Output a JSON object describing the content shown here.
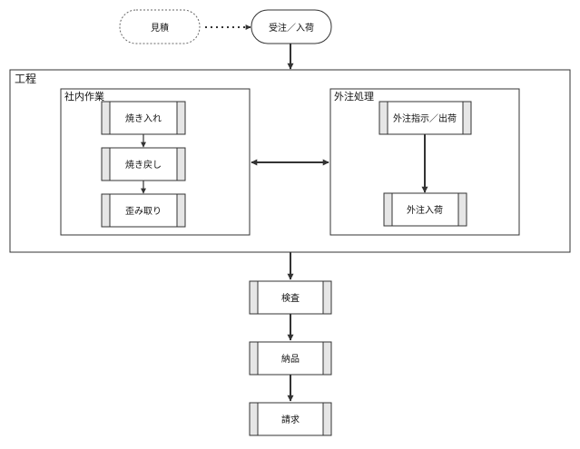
{
  "nodes": {
    "estimate": "見積",
    "order": "受注／入荷",
    "process_group": "工程",
    "inhouse_group": "社内作業",
    "outsource_group": "外注処理",
    "quench": "焼き入れ",
    "temper": "焼き戻し",
    "straighten": "歪み取り",
    "outsource_order": "外注指示／出荷",
    "outsource_receive": "外注入荷",
    "inspect": "検査",
    "deliver": "納品",
    "invoice": "請求"
  },
  "colors": {
    "line": "#333333",
    "bar_shade": "#e6e6e6",
    "background": "#ffffff"
  }
}
